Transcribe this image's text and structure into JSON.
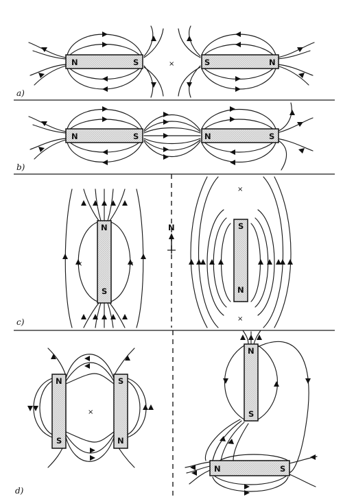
{
  "panels": {
    "a": {
      "label": "a)",
      "magnet_left": {
        "left_pole": "N",
        "right_pole": "S"
      },
      "magnet_right": {
        "left_pole": "S",
        "right_pole": "N"
      },
      "neutral_point": "×"
    },
    "b": {
      "label": "b)",
      "magnet_left": {
        "left_pole": "N",
        "right_pole": "S"
      },
      "magnet_right": {
        "left_pole": "N",
        "right_pole": "S"
      }
    },
    "c": {
      "label": "c)",
      "magnet_left": {
        "top_pole": "N",
        "bottom_pole": "S"
      },
      "magnet_right": {
        "top_pole": "S",
        "bottom_pole": "N"
      },
      "compass_label": "N",
      "neutral_point": "×"
    },
    "d": {
      "label": "d)",
      "magnet_left": {
        "top_pole": "N",
        "bottom_pole": "S"
      },
      "magnet_middle": {
        "top_pole": "S",
        "bottom_pole": "N"
      },
      "magnet_right_vertical": {
        "top_pole": "N",
        "bottom_pole": "S"
      },
      "magnet_right_horizontal": {
        "left_pole": "N",
        "right_pole": "S"
      },
      "neutral_point": "×"
    }
  }
}
